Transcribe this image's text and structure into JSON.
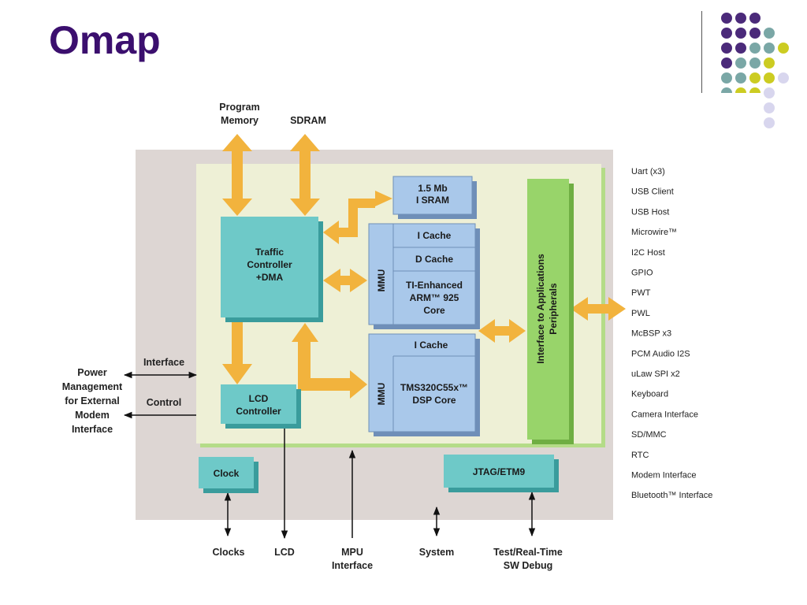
{
  "slide": {
    "title": "Omap"
  },
  "decor": {
    "colors": {
      "purple": "#4b2a7a",
      "teal": "#7aa7a6",
      "yellow": "#cccc22",
      "lavender": "#d8d6ee"
    }
  },
  "diagram": {
    "top_labels": {
      "program_memory": [
        "Program",
        "Memory"
      ],
      "sdram": "SDRAM"
    },
    "blocks": {
      "sram": [
        "1.5 Mb",
        "I SRAM"
      ],
      "traffic": [
        "Traffic",
        "Controller",
        "+DMA"
      ],
      "mpu_mmu": "MMU",
      "mpu_icache": "I Cache",
      "mpu_dcache": "D Cache",
      "arm_core": [
        "TI-Enhanced",
        "ARM™ 925",
        "Core"
      ],
      "dsp_icache": "I Cache",
      "dsp_mmu": "MMU",
      "dsp_core": [
        "TMS320C55x™",
        "DSP Core"
      ],
      "lcd": [
        "LCD",
        "Controller"
      ],
      "peripheral_interface": [
        "Interface to Applications",
        "Peripherals"
      ],
      "clock": "Clock",
      "jtag": "JTAG/ETM9"
    },
    "left_labels": {
      "interface": "Interface",
      "control": "Control",
      "power": [
        "Power",
        "Management",
        "for External",
        "Modem",
        "Interface"
      ]
    },
    "bottom_labels": {
      "clocks": "Clocks",
      "lcd": "LCD",
      "mpu": [
        "MPU",
        "Interface"
      ],
      "system": "System",
      "debug": [
        "Test/Real-Time",
        "SW Debug"
      ]
    },
    "peripherals": [
      "Uart (x3)",
      "USB Client",
      "USB Host",
      "Microwire™",
      "I2C Host",
      "GPIO",
      "PWT",
      "PWL",
      "McBSP x3",
      "PCM Audio I2S",
      "uLaw SPI x2",
      "Keyboard",
      "Camera Interface",
      "SD/MMC",
      "RTC",
      "Modem Interface",
      "Bluetooth™ Interface"
    ],
    "colors": {
      "outer": "#ddd6d3",
      "inner": "#eef0d6",
      "teal_block": "#6ec9c8",
      "blue_block": "#a9c8ea",
      "green_block": "#98d46a",
      "arrow": "#f2b33d"
    }
  }
}
